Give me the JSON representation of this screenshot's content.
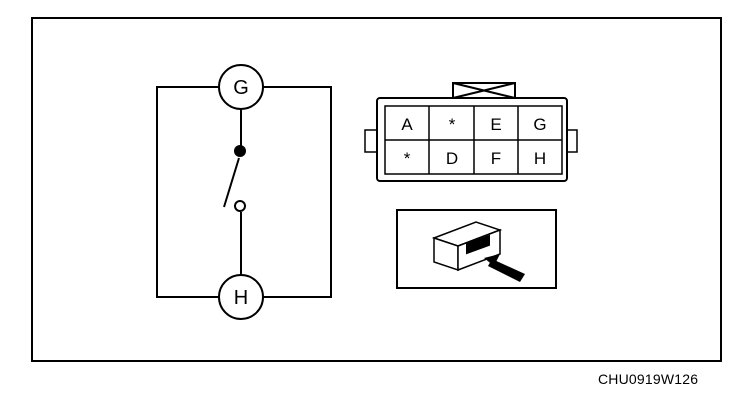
{
  "figure_code": "CHU0919W126",
  "switch_circuit": {
    "top_terminal": "G",
    "bottom_terminal": "H"
  },
  "connector": {
    "top_row": [
      "A",
      "*",
      "E",
      "G"
    ],
    "bottom_row": [
      "*",
      "D",
      "F",
      "H"
    ]
  },
  "colors": {
    "line": "#000000",
    "background": "#ffffff"
  },
  "icons": [
    "connector-illustration",
    "arrow-icon"
  ]
}
